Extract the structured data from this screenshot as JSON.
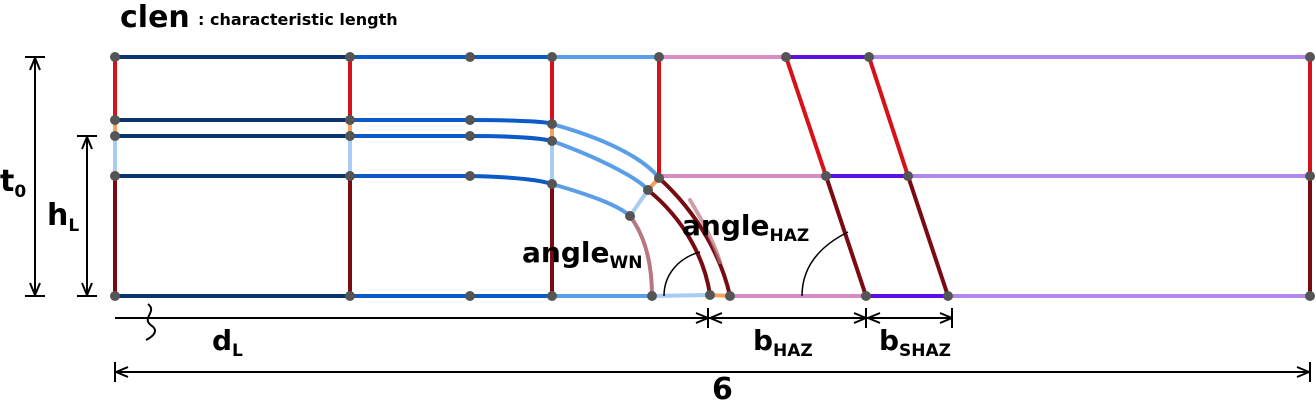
{
  "title": {
    "main": "clen",
    "suffix": ": characteristic length"
  },
  "labels": {
    "t0": {
      "base": "t",
      "sub": "0"
    },
    "hL": {
      "base": "h",
      "sub": "L"
    },
    "dL": {
      "base": "d",
      "sub": "L"
    },
    "bHAZ": {
      "base": "b",
      "sub": "HAZ"
    },
    "bSHAZ": {
      "base": "b",
      "sub": "SHAZ"
    },
    "angleWN": {
      "base": "angle",
      "sub": "WN"
    },
    "angleHAZ": {
      "base": "angle",
      "sub": "HAZ"
    },
    "total": "6"
  },
  "colors": {
    "navy": "#0a3570",
    "blue": "#0a5ac8",
    "lightblue": "#5a9ee8",
    "paleblue": "#a8ccf4",
    "pink": "#d88cc4",
    "violet": "#5a10e0",
    "lavender": "#b088f0",
    "red": "#d8101a",
    "darkred": "#7a0a12",
    "rose": "#b87880",
    "orange": "#f4a060",
    "node": "#555555",
    "dim": "#000000"
  }
}
